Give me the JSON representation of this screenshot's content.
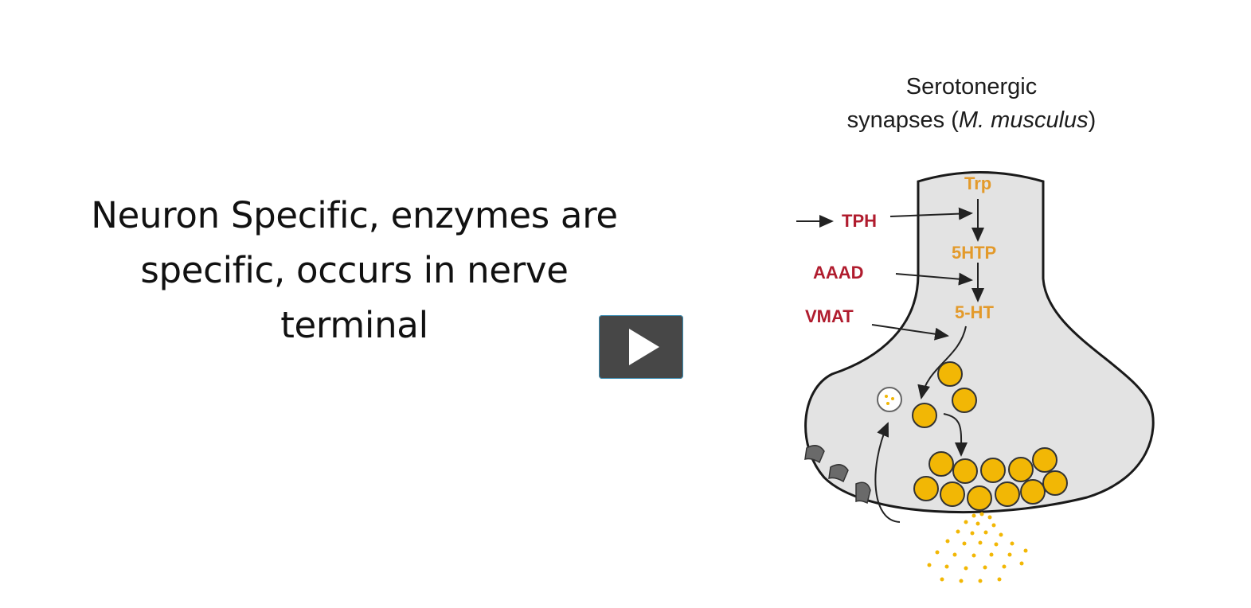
{
  "slide": {
    "main_text": [
      "Neuron Specific, enzymes are",
      "specific, occurs in nerve",
      "terminal"
    ]
  },
  "figure": {
    "title_line1": "Serotonergic",
    "title_line2_pre": "synapses (",
    "title_line2_italic": "M. musculus",
    "title_line2_post": ")",
    "enzymes": [
      "TPH",
      "AAAD",
      "VMAT"
    ],
    "molecules": [
      "Trp",
      "5HTP",
      "5-HT"
    ],
    "colors": {
      "enzyme": "#b01c2e",
      "molecule": "#e39a2b",
      "vesicle": "#f2b705",
      "terminal_fill": "#e3e3e3"
    }
  },
  "player": {
    "play_icon": "play-icon"
  }
}
